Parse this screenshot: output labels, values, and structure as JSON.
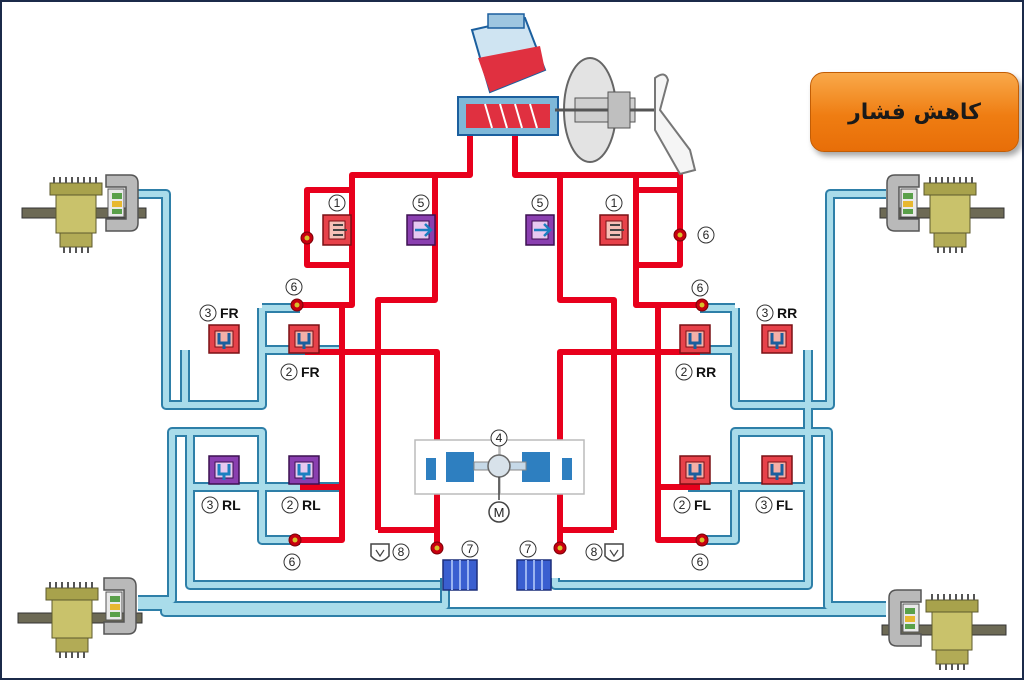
{
  "badge": {
    "label": "کاهش فشار"
  },
  "labels": {
    "n1": "1",
    "n2": "2",
    "n3": "3",
    "n4": "4",
    "n5": "5",
    "n6": "6",
    "n7": "7",
    "n8": "8",
    "FR": "FR",
    "RR": "RR",
    "RL": "RL",
    "FL": "FL",
    "M": "M"
  },
  "colors": {
    "fluid_high": "#e8001c",
    "fluid_low": "#a9dcea",
    "low_outline": "#2e7fa8",
    "reservoir_fluid": "#e03040",
    "badge_fill": "#ef7d12",
    "pump_blue": "#2f55c8",
    "valve_red": "#e7424a",
    "valve_purple": "#8a3fb0"
  }
}
